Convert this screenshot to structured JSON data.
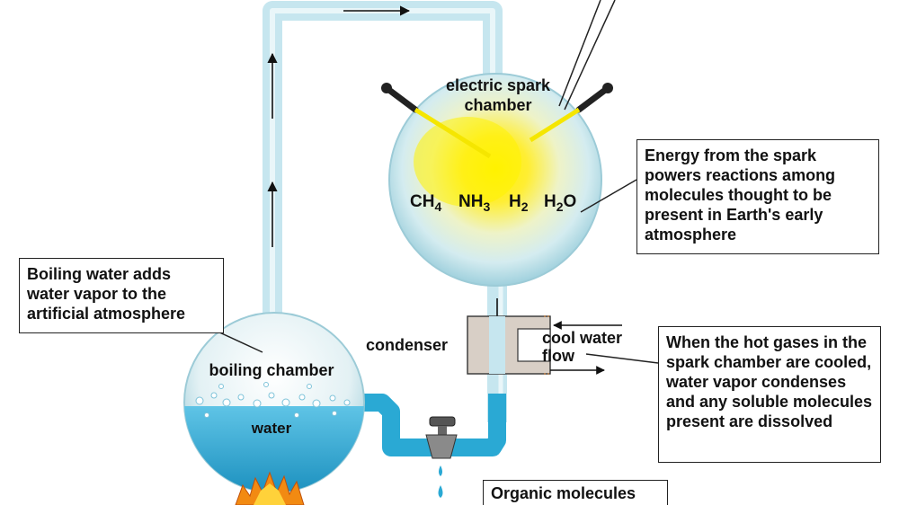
{
  "chamber_label_line1": "electric spark",
  "chamber_label_line2": "chamber",
  "gases": [
    {
      "base": "CH",
      "sub": "4",
      "tail": ""
    },
    {
      "base": "NH",
      "sub": "3",
      "tail": ""
    },
    {
      "base": "H",
      "sub": "2",
      "tail": ""
    },
    {
      "base": "H",
      "sub": "2",
      "tail": "O"
    }
  ],
  "energy_box": "Energy from the spark powers reactions among molecules thought to be present in Earth's early atmosphere",
  "boiling_box": "Boiling water adds water vapor to the artificial atmosphere",
  "boiling_chamber_label": "boiling chamber",
  "water_label": "water",
  "condenser_label": "condenser",
  "cool_water_line1": "cool water",
  "cool_water_line2": "flow",
  "condense_box": "When the hot gases in the spark chamber are cooled, water vapor condenses and any soluble molecules present are dissolved",
  "organic_box": "Organic molecules",
  "colors": {
    "tube": "#c6e6ef",
    "water": "#2aa9d4",
    "spark": "#fff200",
    "condenser": "#d8cfc6",
    "flame": "#f28a12"
  }
}
